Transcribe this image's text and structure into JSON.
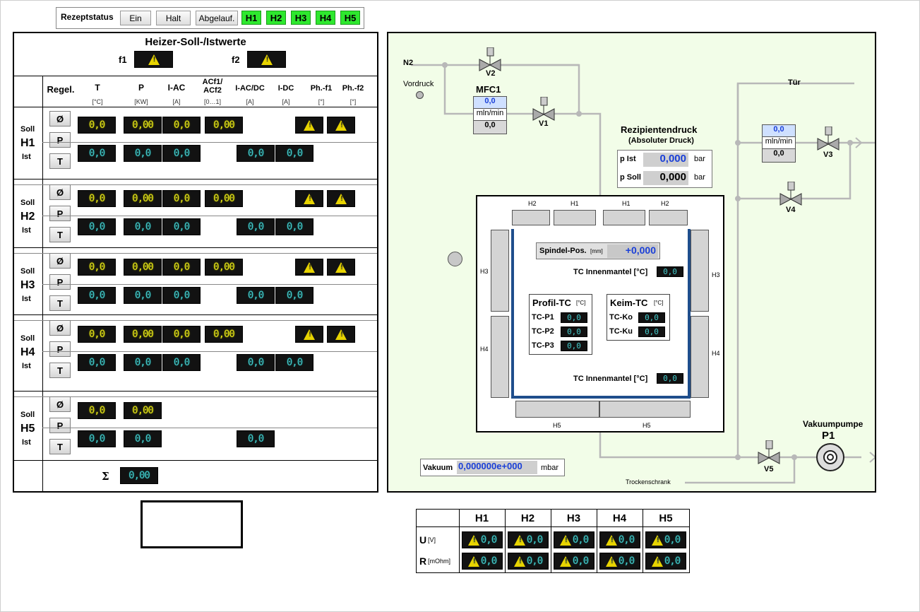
{
  "recipe_status": {
    "title": "Rezeptstatus",
    "ein": "Ein",
    "halt": "Halt",
    "abgelauf": "Abgelauf.",
    "h_buttons": [
      "H1",
      "H2",
      "H3",
      "H4",
      "H5"
    ]
  },
  "heater_panel": {
    "title": "Heizer-Soll-/Istwerte",
    "f1": "f1",
    "f2": "f2",
    "regel": "Regel.",
    "columns": [
      {
        "name": "T",
        "unit": "[°C]"
      },
      {
        "name": "P",
        "unit": "[KW]"
      },
      {
        "name": "I-AC",
        "unit": "[A]"
      },
      {
        "name": "ACf1/\nACf2",
        "unit": "[0…1]"
      },
      {
        "name": "I-AC/DC",
        "unit": "[A]"
      },
      {
        "name": "I-DC",
        "unit": "[A]"
      },
      {
        "name": "Ph.-f1",
        "unit": "[°]"
      },
      {
        "name": "Ph.-f2",
        "unit": "[°]"
      }
    ],
    "soll": "Soll",
    "ist": "Ist",
    "heaters": [
      "H1",
      "H2",
      "H3",
      "H4",
      "H5"
    ],
    "reg_buttons": [
      "Ø",
      "P",
      "T"
    ],
    "val_00": "0,0",
    "val_000": "0,00",
    "sigma": "Σ",
    "sigma_val": "0,00"
  },
  "diagram": {
    "n2": "N2",
    "vordruck": "Vordruck",
    "mfc1": "MFC1",
    "mfc_val": "0,0",
    "mfc_unit": "mln/min",
    "mfc_soll": "0,0",
    "v1": "V1",
    "v2": "V2",
    "v3": "V3",
    "v4": "V4",
    "v5": "V5",
    "tuer": "Tür",
    "rezipient": "Rezipientendruck",
    "absolut": "(Absoluter Druck)",
    "p_ist": "p Ist",
    "p_soll": "p Soll",
    "p_ist_val": "0,000",
    "p_soll_val": "0,000",
    "bar": "bar",
    "h_labels": [
      "H2",
      "H1",
      "H1",
      "H2"
    ],
    "h3": "H3",
    "h4": "H4",
    "h5": "H5",
    "spindel": "Spindel-Pos.",
    "spindel_unit": "[mm]",
    "spindel_val": "+0,000",
    "tc_inn": "TC Innenmantel [°C]",
    "tc_val": "0,0",
    "profil": "Profil-TC",
    "profil_unit": "[°C]",
    "tc_p": [
      "TC-P1",
      "TC-P2",
      "TC-P3"
    ],
    "keim": "Keim-TC",
    "keim_unit": "[°C]",
    "tc_k": [
      "TC-Ko",
      "TC-Ku"
    ],
    "vakuumpumpe": "Vakuumpumpe",
    "p1": "P1",
    "vakuum": "Vakuum",
    "vakuum_val": "0,000000e+000",
    "mbar": "mbar",
    "trocken": "Trockenschrank"
  },
  "ur_table": {
    "cols": [
      "H1",
      "H2",
      "H3",
      "H4",
      "H5"
    ],
    "u": "U",
    "u_unit": "[V]",
    "r": "R",
    "r_unit": "[mOhm]",
    "val": "0,0"
  }
}
